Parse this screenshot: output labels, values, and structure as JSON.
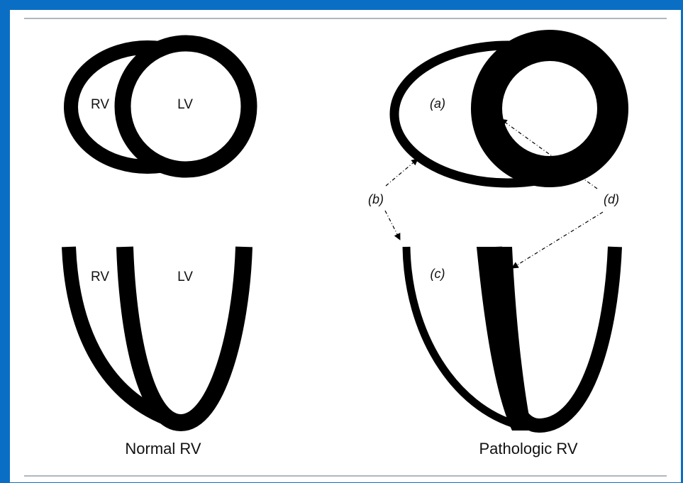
{
  "frame": {
    "border_color": "#0a6fc4",
    "rule_color": "#7f8c9a"
  },
  "normal": {
    "caption": "Normal RV",
    "short_axis": {
      "rv_label": "RV",
      "lv_label": "LV"
    },
    "long_axis": {
      "rv_label": "RV",
      "lv_label": "LV"
    }
  },
  "pathologic": {
    "caption": "Pathologic RV",
    "short_axis": {
      "label_a": "(a)"
    },
    "long_axis": {
      "label_c": "(c)"
    },
    "annotations": {
      "label_b": "(b)",
      "label_d": "(d)"
    }
  },
  "colors": {
    "wall": "#000000",
    "background": "#ffffff"
  }
}
